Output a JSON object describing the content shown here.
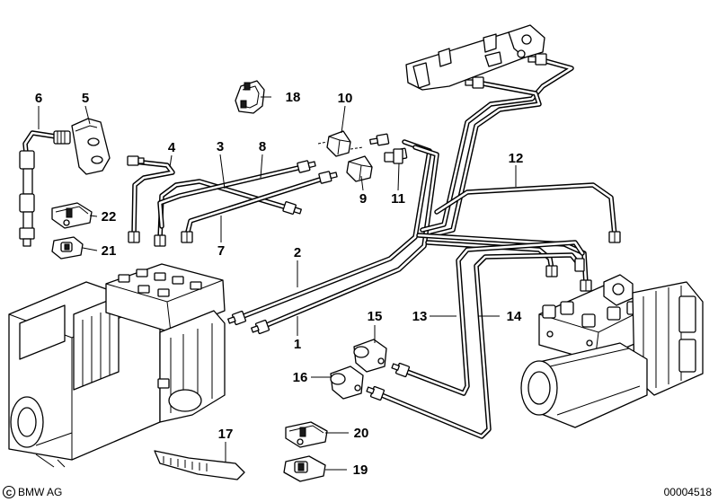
{
  "diagram": {
    "callouts": [
      {
        "id": "1",
        "label": "1"
      },
      {
        "id": "2",
        "label": "2"
      },
      {
        "id": "3",
        "label": "3"
      },
      {
        "id": "4",
        "label": "4"
      },
      {
        "id": "5",
        "label": "5"
      },
      {
        "id": "6",
        "label": "6"
      },
      {
        "id": "7",
        "label": "7"
      },
      {
        "id": "8",
        "label": "8"
      },
      {
        "id": "9",
        "label": "9"
      },
      {
        "id": "10",
        "label": "10"
      },
      {
        "id": "11",
        "label": "11"
      },
      {
        "id": "12",
        "label": "12"
      },
      {
        "id": "13",
        "label": "13"
      },
      {
        "id": "14",
        "label": "14"
      },
      {
        "id": "15",
        "label": "15"
      },
      {
        "id": "16",
        "label": "16"
      },
      {
        "id": "17",
        "label": "17"
      },
      {
        "id": "18",
        "label": "18"
      },
      {
        "id": "19",
        "label": "19"
      },
      {
        "id": "20",
        "label": "20"
      },
      {
        "id": "21",
        "label": "21"
      },
      {
        "id": "22",
        "label": "22"
      }
    ]
  },
  "footer": {
    "brand": "BMW AG",
    "brand_icon": "copyright-icon",
    "drawing_number": "00004518"
  }
}
